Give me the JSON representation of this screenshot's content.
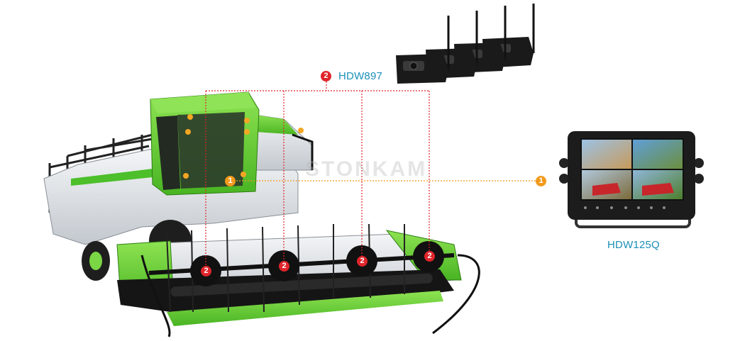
{
  "labels": {
    "camera_model": "HDW897",
    "monitor_model": "HDW125Q",
    "watermark": "STONKAM"
  },
  "markers": {
    "camera": "2",
    "monitor": "1"
  },
  "colors": {
    "camera_marker": "#e0252b",
    "monitor_marker": "#f39a1c",
    "label_text": "#1b8fb8",
    "harvester_green": "#6fd23a",
    "harvester_dark_green": "#3fa51c",
    "body_silver": "#d9dde2"
  }
}
